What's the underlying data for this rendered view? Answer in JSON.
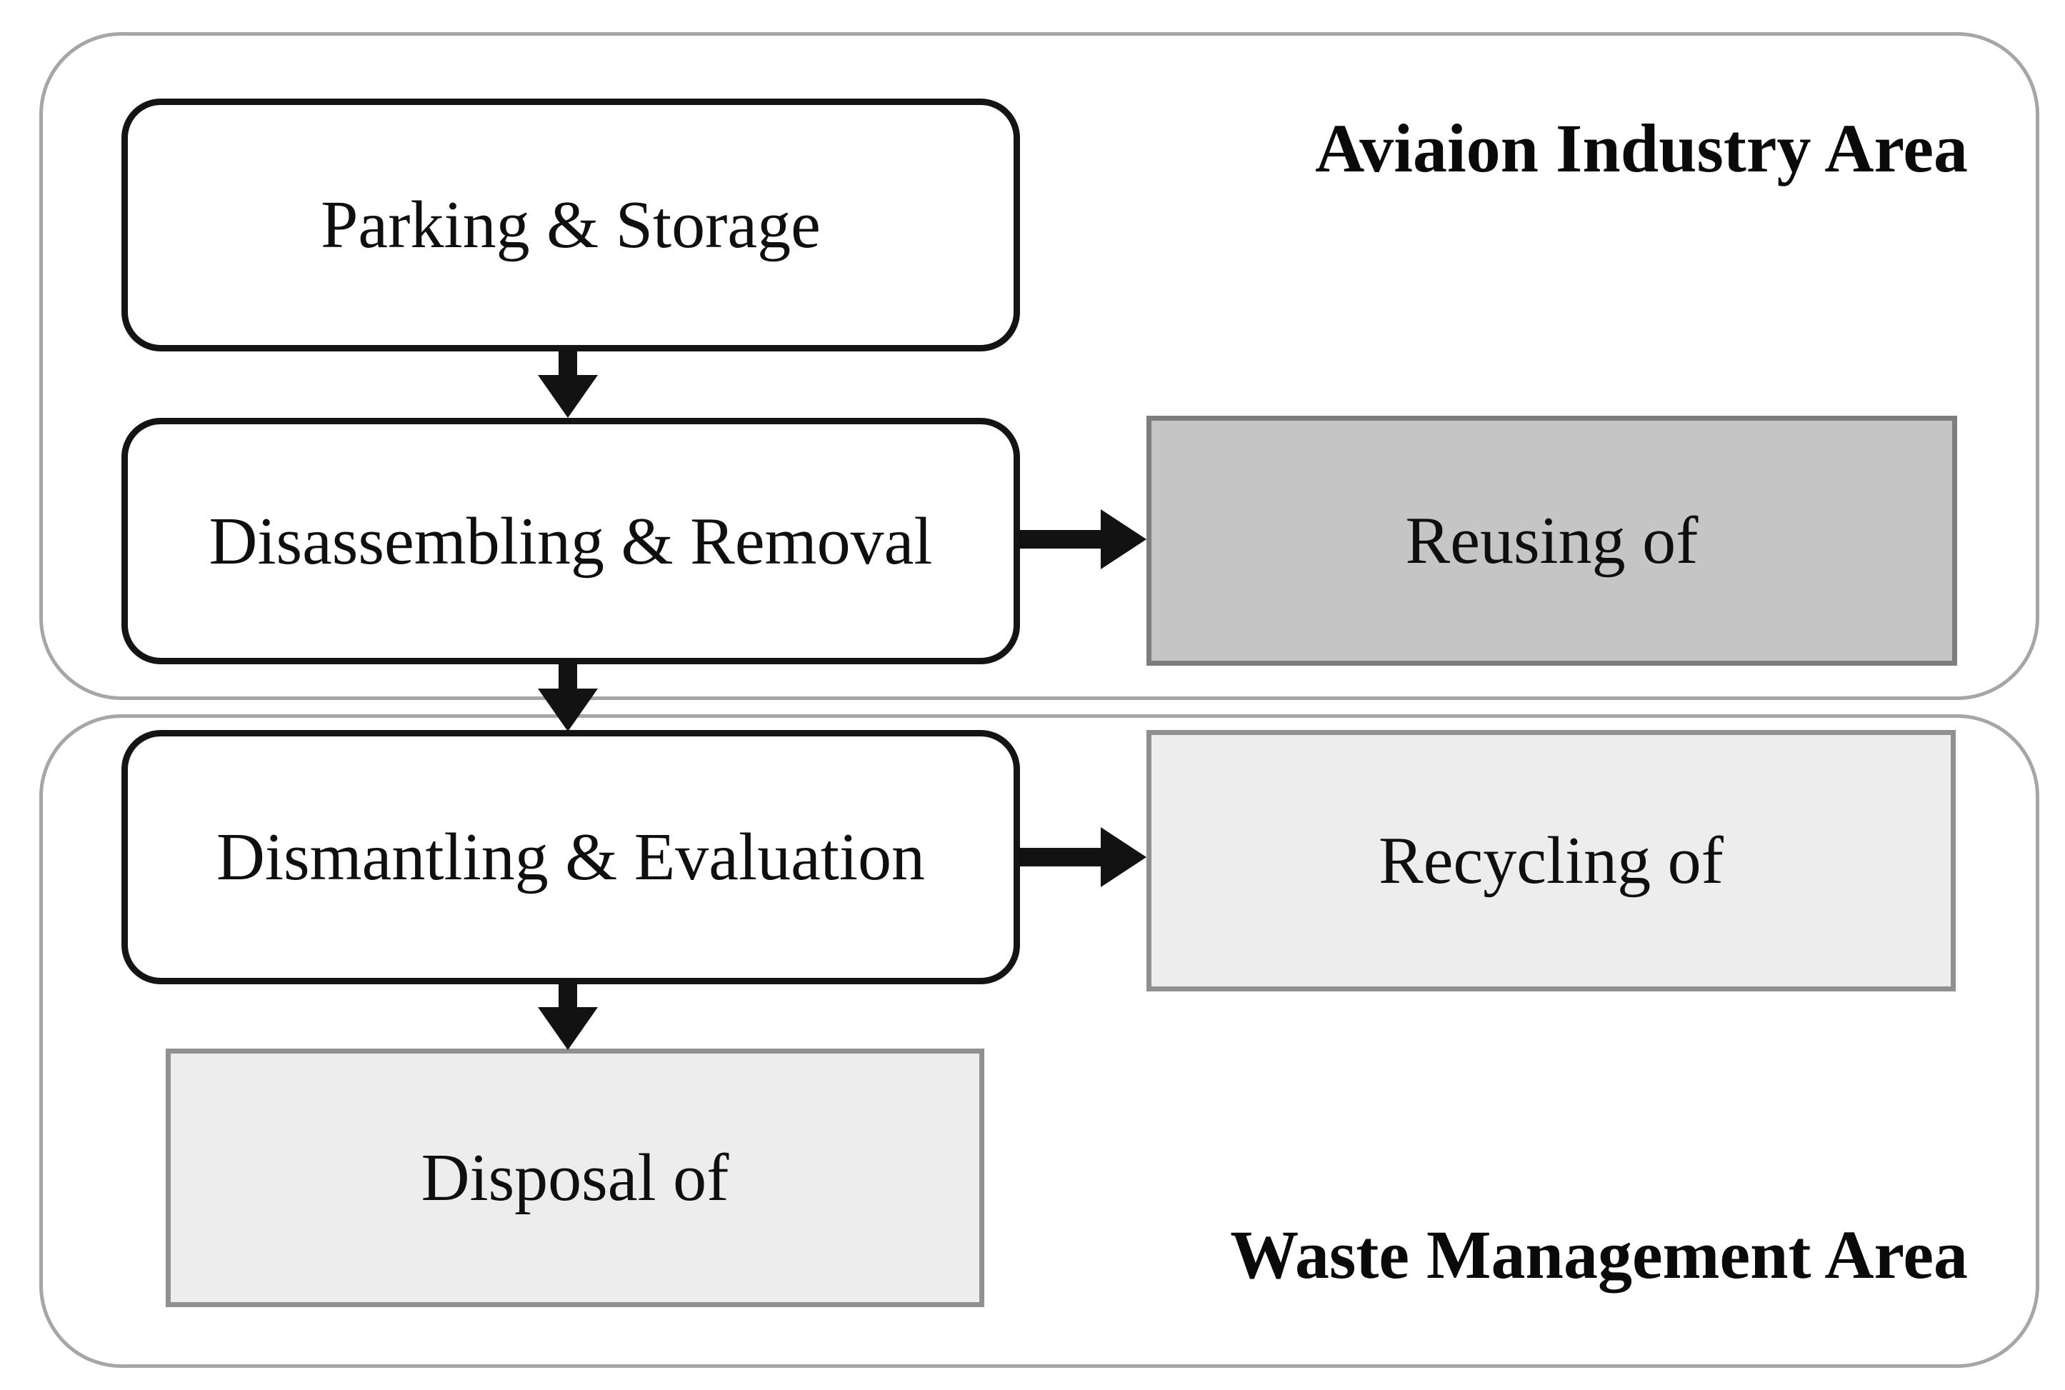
{
  "areas": {
    "aviation": {
      "label": "Aviaion Industry Area"
    },
    "waste": {
      "label": "Waste Management Area"
    }
  },
  "nodes": {
    "parking": {
      "label": "Parking & Storage"
    },
    "disassembling": {
      "label": "Disassembling & Removal"
    },
    "dismantling": {
      "label": "Dismantling & Evaluation"
    },
    "reusing": {
      "label": "Reusing of"
    },
    "recycling": {
      "label": "Recycling of"
    },
    "disposal": {
      "label": "Disposal of"
    }
  },
  "edges": [
    {
      "from": "Parking & Storage",
      "to": "Disassembling & Removal",
      "direction": "down"
    },
    {
      "from": "Disassembling & Removal",
      "to": "Reusing of",
      "direction": "right"
    },
    {
      "from": "Disassembling & Removal",
      "to": "Dismantling & Evaluation",
      "direction": "down"
    },
    {
      "from": "Dismantling & Evaluation",
      "to": "Recycling of",
      "direction": "right"
    },
    {
      "from": "Dismantling & Evaluation",
      "to": "Disposal of",
      "direction": "down"
    }
  ],
  "colors": {
    "area_border": "#a6a6a6",
    "process_box_border": "#141414",
    "process_box_fill": "#ffffff",
    "reusing_fill": "#c5c5c5",
    "reusing_border": "#7d7d7d",
    "recycling_fill": "#ededed",
    "recycling_border": "#909090",
    "disposal_fill": "#ededed",
    "disposal_border": "#909090",
    "arrow": "#121212",
    "text": "#0f0f0f"
  }
}
